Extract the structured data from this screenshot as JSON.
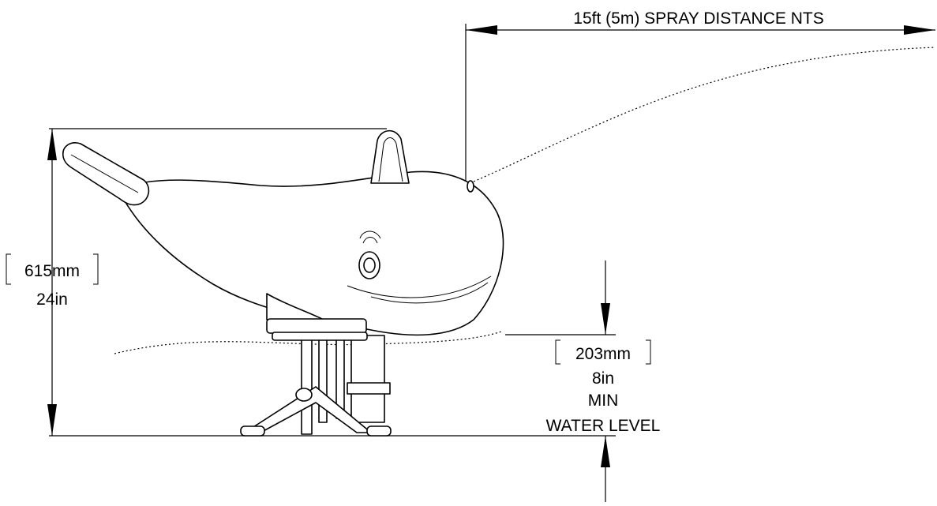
{
  "diagram": {
    "colors": {
      "line": "#000000",
      "background": "#ffffff"
    },
    "labels": {
      "spray_distance": "15ft (5m) SPRAY DISTANCE NTS",
      "height_metric": "615mm",
      "height_imperial": "24in",
      "water_metric": "203mm",
      "water_imperial": "8in",
      "water_line1": "MIN",
      "water_line2": "WATER LEVEL"
    }
  }
}
